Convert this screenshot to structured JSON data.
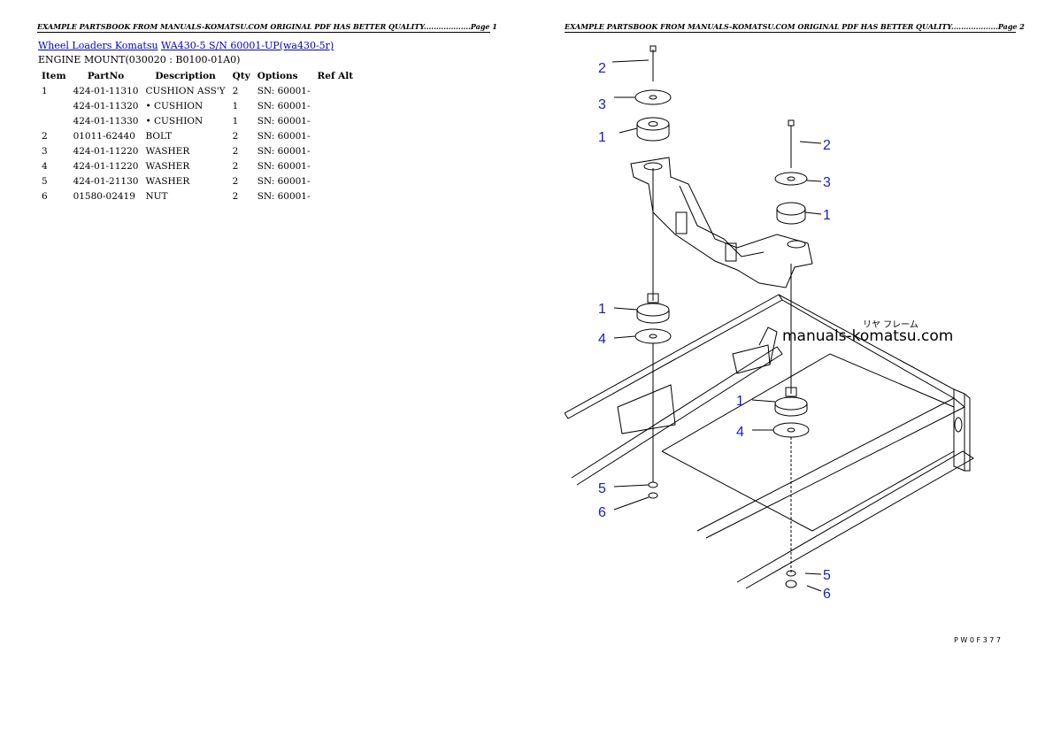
{
  "header": {
    "page1": "EXAMPLE PARTSBOOK FROM MANUALS-KOMATSU.COM ORIGINAL PDF HAS BETTER QUALITY...................Page 1",
    "page2": "EXAMPLE PARTSBOOK FROM MANUALS-KOMATSU.COM ORIGINAL PDF HAS BETTER QUALITY...................Page 2"
  },
  "breadcrumb": {
    "link1": "Wheel Loaders Komatsu",
    "link2": "WA430-5 S/N 60001-UP(wa430-5r)"
  },
  "subtitle": "ENGINE MOUNT(030020 : B0100-01A0)",
  "table": {
    "headers": [
      "Item",
      "PartNo",
      "Description",
      "Qty",
      "Options",
      "Ref Alt"
    ],
    "rows": [
      {
        "item": "1",
        "partno": "424-01-11310",
        "desc": "CUSHION ASS'Y",
        "qty": "2",
        "options": "SN: 60001-",
        "ref": ""
      },
      {
        "item": "",
        "partno": "424-01-11320",
        "desc": "• CUSHION",
        "qty": "1",
        "options": "SN: 60001-",
        "ref": ""
      },
      {
        "item": "",
        "partno": "424-01-11330",
        "desc": "• CUSHION",
        "qty": "1",
        "options": "SN: 60001-",
        "ref": ""
      },
      {
        "item": "2",
        "partno": "01011-62440",
        "desc": "BOLT",
        "qty": "2",
        "options": "SN: 60001-",
        "ref": ""
      },
      {
        "item": "3",
        "partno": "424-01-11220",
        "desc": "WASHER",
        "qty": "2",
        "options": "SN: 60001-",
        "ref": ""
      },
      {
        "item": "4",
        "partno": "424-01-11220",
        "desc": "WASHER",
        "qty": "2",
        "options": "SN: 60001-",
        "ref": ""
      },
      {
        "item": "5",
        "partno": "424-01-21130",
        "desc": "WASHER",
        "qty": "2",
        "options": "SN: 60001-",
        "ref": ""
      },
      {
        "item": "6",
        "partno": "01580-02419",
        "desc": "NUT",
        "qty": "2",
        "options": "SN: 60001-",
        "ref": ""
      }
    ]
  },
  "diagram": {
    "callouts": [
      "2",
      "3",
      "1",
      "2",
      "3",
      "1",
      "1",
      "4",
      "1",
      "4",
      "5",
      "6",
      "5",
      "6"
    ],
    "watermark": "manuals-komatsu.com",
    "jp_label": "リヤ フレーム",
    "figure_code": "P W 0 F 3 7 7",
    "callout_color": "#1a1acc"
  }
}
